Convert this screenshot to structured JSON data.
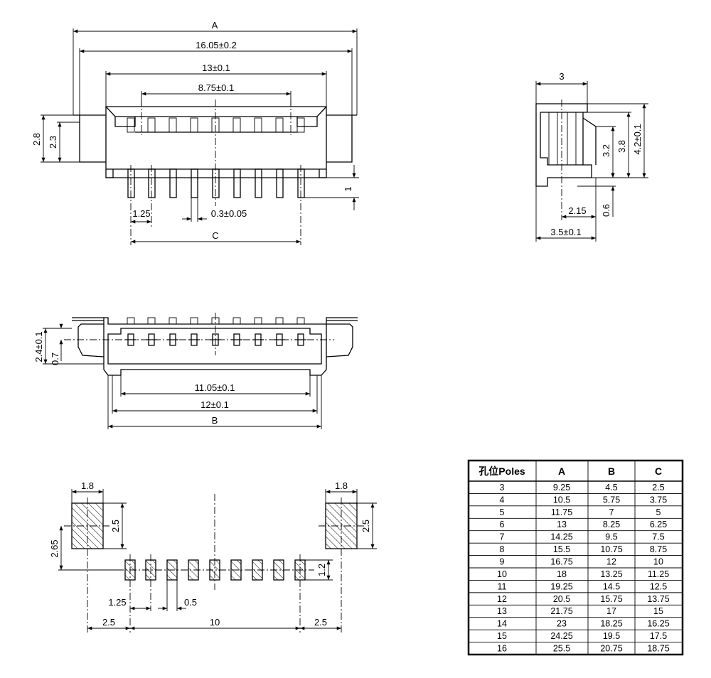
{
  "top_view": {
    "dim_A": "A",
    "dim_16_05": "16.05±0.2",
    "dim_13": "13±0.1",
    "dim_8_75": "8.75±0.1",
    "dim_2_8": "2.8",
    "dim_2_3": "2.3",
    "dim_1": "1",
    "dim_1_25": "1.25",
    "dim_0_3": "0.3±0.05",
    "dim_C": "C"
  },
  "side_view": {
    "dim_3": "3",
    "dim_3_2": "3.2",
    "dim_3_8": "3.8",
    "dim_4_2": "4.2±0.1",
    "dim_0_6": "0.6",
    "dim_2_15": "2.15",
    "dim_3_5": "3.5±0.1"
  },
  "front_view": {
    "dim_2_4": "2.4±0.1",
    "dim_0_7": "0.7",
    "dim_11_05": "11.05±0.1",
    "dim_12": "12±0.1",
    "dim_B": "B"
  },
  "footprint": {
    "dim_1_8_left": "1.8",
    "dim_1_8_right": "1.8",
    "dim_2_5_left": "2.5",
    "dim_2_5_right": "2.5",
    "dim_2_65": "2.65",
    "dim_1_2": "1.2",
    "dim_1_25": "1.25",
    "dim_0_5": "0.5",
    "dim_2_5_bl": "2.5",
    "dim_10": "10",
    "dim_2_5_br": "2.5"
  },
  "table": {
    "headers": [
      "孔位Poles",
      "A",
      "B",
      "C"
    ],
    "rows": [
      [
        "3",
        "9.25",
        "4.5",
        "2.5"
      ],
      [
        "4",
        "10.5",
        "5.75",
        "3.75"
      ],
      [
        "5",
        "11.75",
        "7",
        "5"
      ],
      [
        "6",
        "13",
        "8.25",
        "6.25"
      ],
      [
        "7",
        "14.25",
        "9.5",
        "7.5"
      ],
      [
        "8",
        "15.5",
        "10.75",
        "8.75"
      ],
      [
        "9",
        "16.75",
        "12",
        "10"
      ],
      [
        "10",
        "18",
        "13.25",
        "11.25"
      ],
      [
        "11",
        "19.25",
        "14.5",
        "12.5"
      ],
      [
        "12",
        "20.5",
        "15.75",
        "13.75"
      ],
      [
        "13",
        "21.75",
        "17",
        "15"
      ],
      [
        "14",
        "23",
        "18.25",
        "16.25"
      ],
      [
        "15",
        "24.25",
        "19.5",
        "17.5"
      ],
      [
        "16",
        "25.5",
        "20.75",
        "18.75"
      ]
    ]
  }
}
